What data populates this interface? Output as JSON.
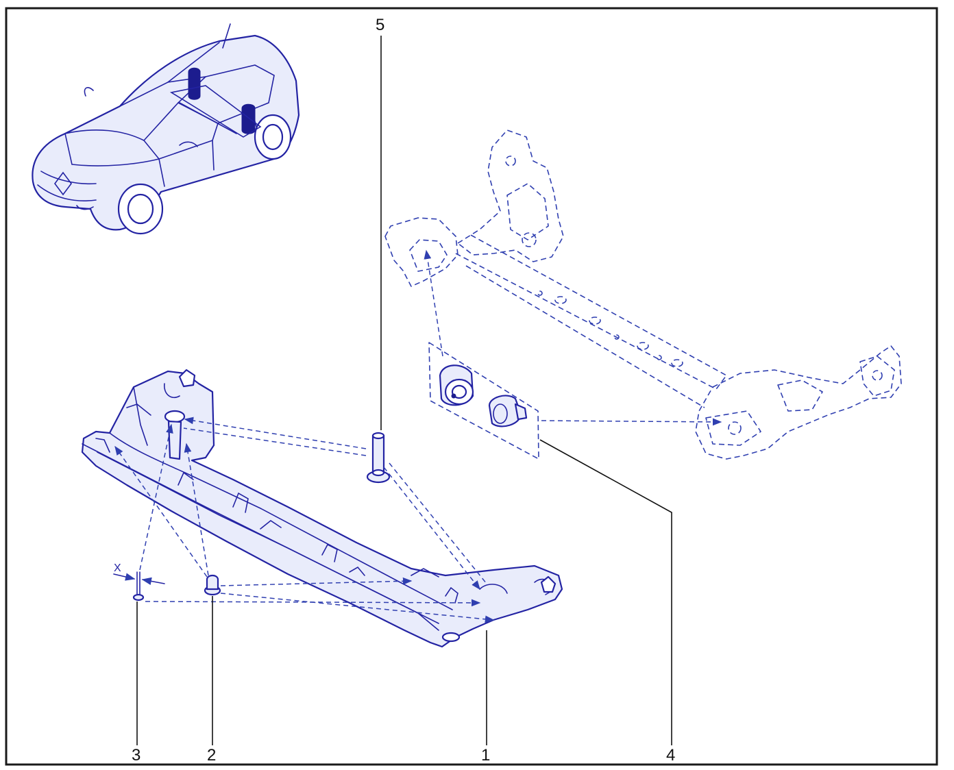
{
  "callouts": {
    "c1": "1",
    "c2": "2",
    "c3": "3",
    "c4": "4",
    "c5": "5"
  },
  "dimension_label": "X",
  "colors": {
    "line": "#2323a3",
    "frame": "#1a1a1a",
    "background": "#ffffff"
  }
}
